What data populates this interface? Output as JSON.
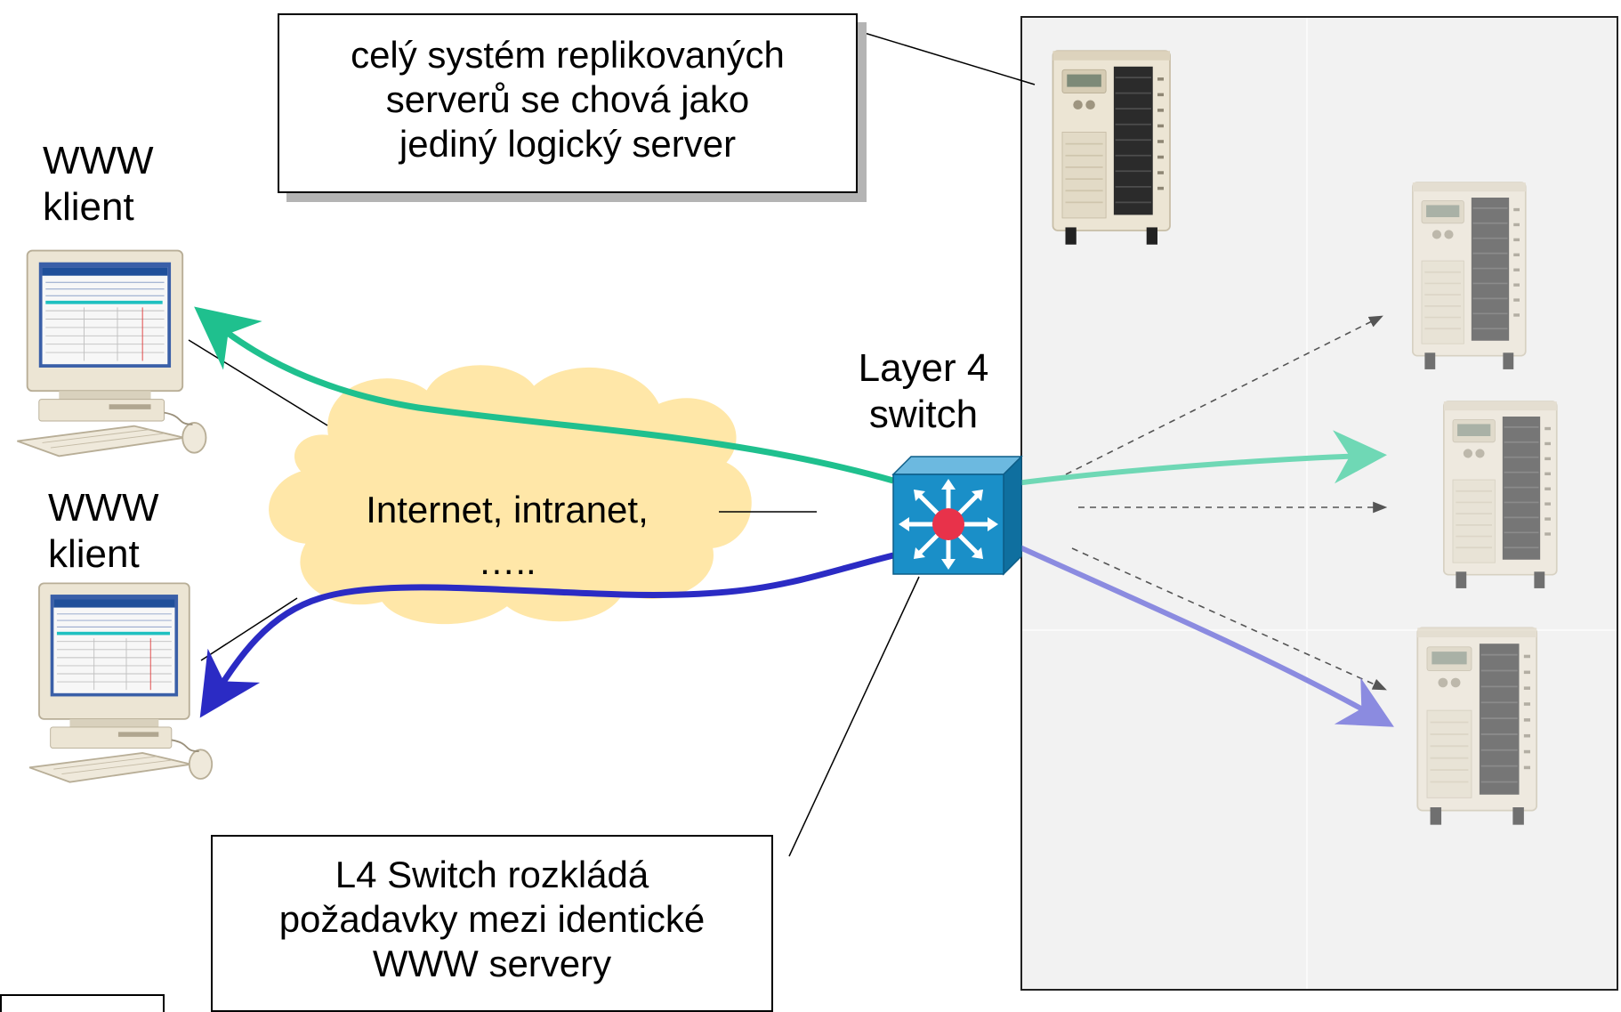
{
  "clients": [
    {
      "label_line1": "WWW",
      "label_line2": "klient"
    },
    {
      "label_line1": "WWW",
      "label_line2": "klient"
    }
  ],
  "callout_top": {
    "line1": "celý systém replikovaných",
    "line2": "serverů se chová jako",
    "line3": "jediný logický server"
  },
  "callout_bottom": {
    "line1": "L4 Switch rozkládá",
    "line2": "požadavky mezi identické",
    "line3": "WWW servery"
  },
  "switch": {
    "line1": "Layer 4",
    "line2": "switch"
  },
  "cloud": {
    "line1": "Internet, intranet,",
    "line2": "….."
  },
  "colors": {
    "green_flow": "#1fc08e",
    "blue_flow": "#2b2bc4",
    "switch_blue": "#1a8fc8",
    "cloud_fill": "#ffe7a8",
    "server_beige": "#e9e1cf",
    "panel_bg": "#f2f2f2"
  },
  "icons": [
    "computer-icon",
    "server-icon",
    "switch-icon",
    "cloud-icon"
  ]
}
